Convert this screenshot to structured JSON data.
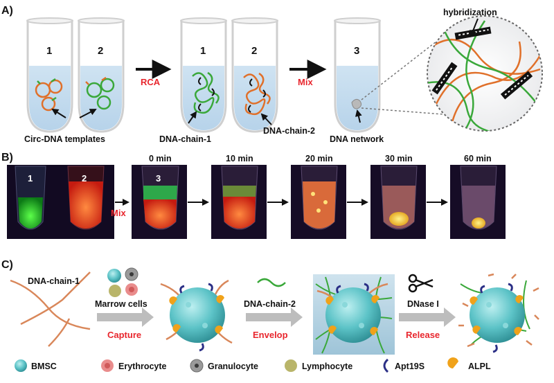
{
  "panels": {
    "a": "A)",
    "b": "B)",
    "c": "C)"
  },
  "panel_a": {
    "tube_numbers": [
      "1",
      "2",
      "1",
      "2",
      "3"
    ],
    "arrow_rca": "RCA",
    "arrow_mix": "Mix",
    "label_templates": "Circ-DNA templates",
    "label_chain1": "DNA-chain-1",
    "label_chain2": "DNA-chain-2",
    "label_network": "DNA network",
    "label_hybridization": "hybridization"
  },
  "panel_b": {
    "photo_numbers": [
      "1",
      "2",
      "3"
    ],
    "mix": "Mix",
    "times": [
      "0 min",
      "10 min",
      "20 min",
      "30 min",
      "60 min"
    ]
  },
  "panel_c": {
    "chain1": "DNA-chain-1",
    "marrow_cells": "Marrow cells",
    "capture": "Capture",
    "chain2": "DNA-chain-2",
    "envelop": "Envelop",
    "dnase": "DNase I",
    "release": "Release"
  },
  "legend": [
    {
      "label": "BMSC",
      "icon": "bmsc-icon"
    },
    {
      "label": "Erythrocyte",
      "icon": "erythrocyte-icon"
    },
    {
      "label": "Granulocyte",
      "icon": "granulocyte-icon"
    },
    {
      "label": "Lymphocyte",
      "icon": "lymphocyte-icon"
    },
    {
      "label": "Apt19S",
      "icon": "apt19s-icon"
    },
    {
      "label": "ALPL",
      "icon": "alpl-icon"
    }
  ],
  "colors": {
    "green_strand": "#3aa83a",
    "orange_strand": "#e0702a",
    "highlight_red": "#e8262d",
    "bmsc": "#4fbcc0",
    "erythrocyte": "#e98c8c",
    "granulocyte": "#9a9a9a",
    "lymphocyte": "#b9b56a",
    "apt19s": "#2b2f86",
    "alpl": "#f0a21a"
  }
}
